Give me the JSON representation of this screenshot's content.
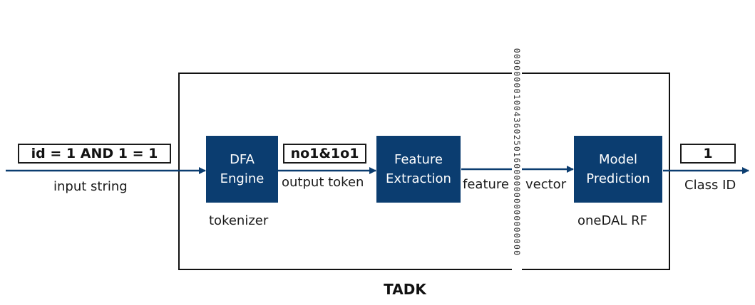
{
  "title": "TADK",
  "input": {
    "value": "id = 1 AND 1 = 1",
    "label": "input string"
  },
  "dfa_engine": {
    "line1": "DFA",
    "line2": "Engine",
    "caption": "tokenizer"
  },
  "token": {
    "value": "no1&1o1",
    "label": "output token"
  },
  "feature_extraction": {
    "line1": "Feature",
    "line2": "Extraction"
  },
  "feature_vector": {
    "label_left": "feature",
    "label_right": "vector",
    "bits": "000000001004360250160000000000000000"
  },
  "model_prediction": {
    "line1": "Model",
    "line2": "Prediction",
    "caption": "oneDAL RF"
  },
  "output": {
    "value": "1",
    "label": "Class ID"
  },
  "colors": {
    "block": "#0b3d70",
    "arrow": "#0b3d70",
    "outline": "#111111"
  }
}
